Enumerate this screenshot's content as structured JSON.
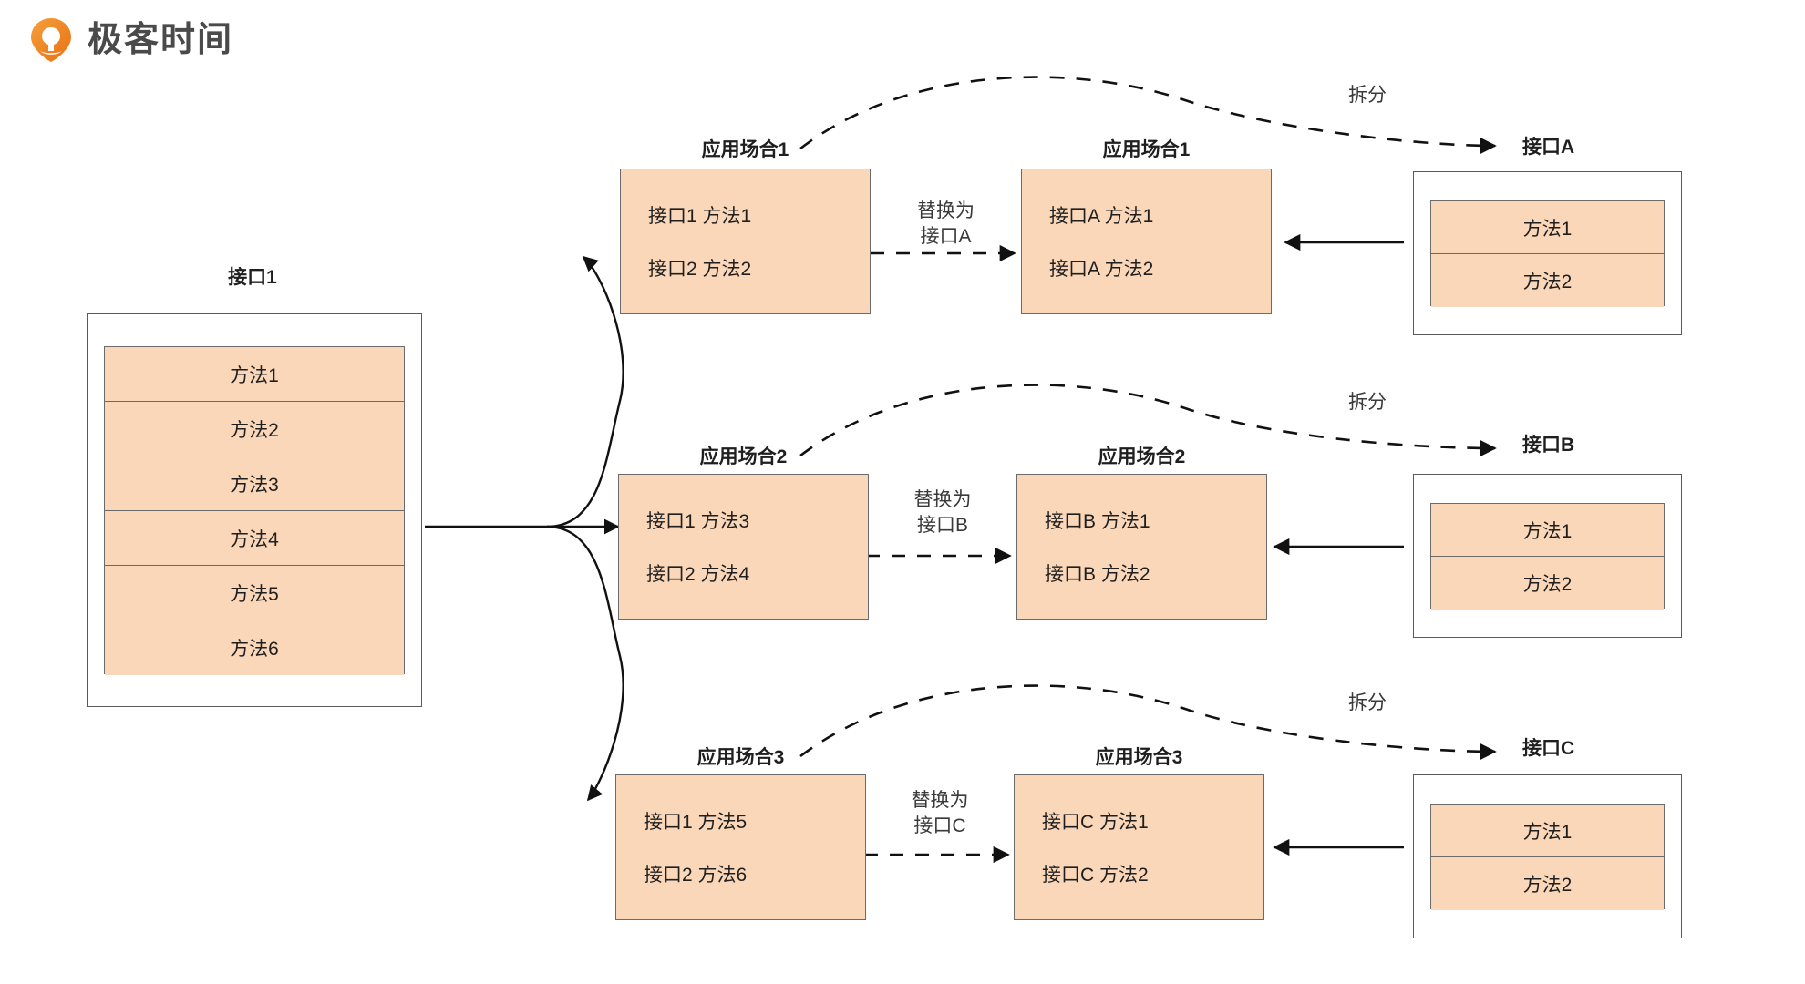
{
  "brand": {
    "name": "极客时间",
    "logo_icon": "geektime-logo-icon",
    "accent_color": "#ef8325"
  },
  "theme": {
    "box_fill": "#fad7b9",
    "box_stroke": "#6b6b6b",
    "frame_stroke": "#5a5a5a",
    "text_color": "#1f1f1f",
    "wire_color": "#111111"
  },
  "source_interface": {
    "caption": "接口1",
    "methods": [
      "方法1",
      "方法2",
      "方法3",
      "方法4",
      "方法5",
      "方法6"
    ]
  },
  "rows": [
    {
      "before": {
        "caption": "应用场合1",
        "lines": [
          "接口1 方法1",
          "接口2 方法2"
        ]
      },
      "replace_label": {
        "line1": "替换为",
        "line2": "接口A"
      },
      "after": {
        "caption": "应用场合1",
        "lines": [
          "接口A 方法1",
          "接口A 方法2"
        ]
      },
      "split_label": "拆分",
      "target": {
        "caption": "接口A",
        "methods": [
          "方法1",
          "方法2"
        ]
      }
    },
    {
      "before": {
        "caption": "应用场合2",
        "lines": [
          "接口1 方法3",
          "接口2 方法4"
        ]
      },
      "replace_label": {
        "line1": "替换为",
        "line2": "接口B"
      },
      "after": {
        "caption": "应用场合2",
        "lines": [
          "接口B 方法1",
          "接口B 方法2"
        ]
      },
      "split_label": "拆分",
      "target": {
        "caption": "接口B",
        "methods": [
          "方法1",
          "方法2"
        ]
      }
    },
    {
      "before": {
        "caption": "应用场合3",
        "lines": [
          "接口1 方法5",
          "接口2 方法6"
        ]
      },
      "replace_label": {
        "line1": "替换为",
        "line2": "接口C"
      },
      "after": {
        "caption": "应用场合3",
        "lines": [
          "接口C 方法1",
          "接口C 方法2"
        ]
      },
      "split_label": "拆分",
      "target": {
        "caption": "接口C",
        "methods": [
          "方法1",
          "方法2"
        ]
      }
    }
  ]
}
